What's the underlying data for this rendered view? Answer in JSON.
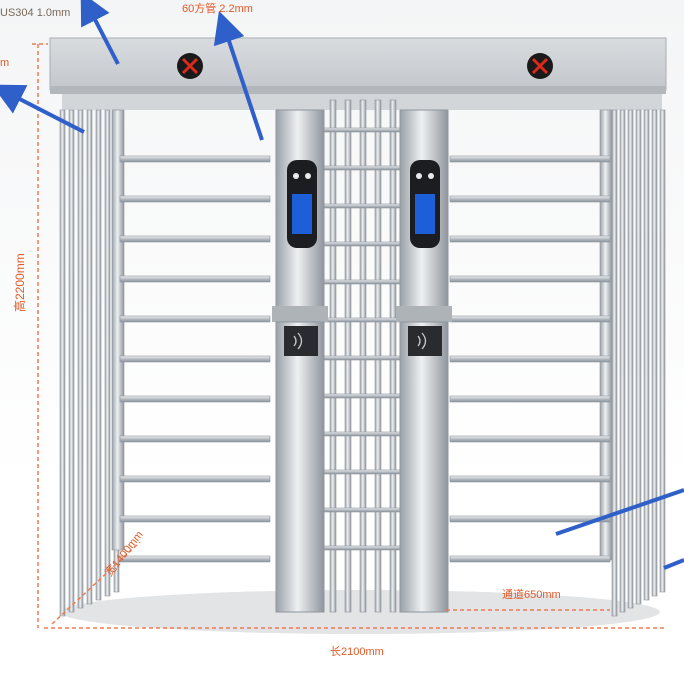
{
  "annotations": {
    "material": "US304 1.0mm",
    "tube": "60方管 2.2mm",
    "height": "高2200mm",
    "width": "宽1400mm",
    "channel": "通道650mm",
    "length": "长2100mm",
    "cut_off_left": "m"
  },
  "colors": {
    "dimension_line": "#f07a52",
    "arrow": "#2f5fc8",
    "stainless": "#c9ced3",
    "panel_screen": "#1d5fd8",
    "stop_mark": "#d92a1c"
  },
  "icons": [
    "stop-sign-icon",
    "face-scanner-icon",
    "rfid-reader-icon"
  ]
}
